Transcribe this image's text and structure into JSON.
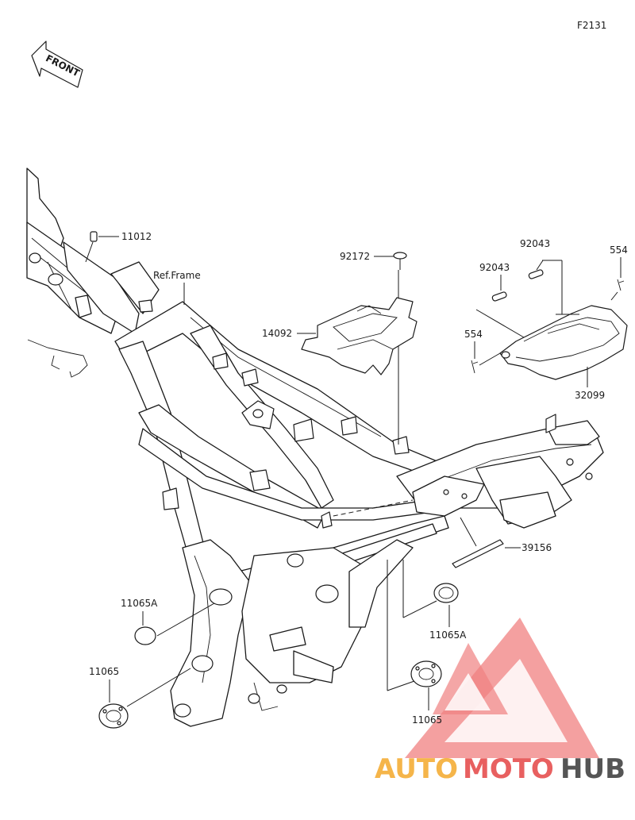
{
  "diagram_code": "F2131",
  "front_label": "FRONT",
  "ref_label": "Ref.Frame",
  "callouts": {
    "p11012": "11012",
    "p92172": "92172",
    "p14092": "14092",
    "p92043a": "92043",
    "p92043b": "92043",
    "p554a": "554",
    "p554b": "554",
    "p32099": "32099",
    "p39156": "39156",
    "p11065A_left": "11065A",
    "p11065A_right": "11065A",
    "p11065_left": "11065",
    "p11065_right": "11065"
  },
  "watermark": {
    "part1": "AUTO",
    "part2": "MOTO",
    "part3": "HUB",
    "color_orange": "#f5b54a",
    "color_red": "#e86060",
    "color_gray": "#555555",
    "logo_color": "#f08080"
  }
}
